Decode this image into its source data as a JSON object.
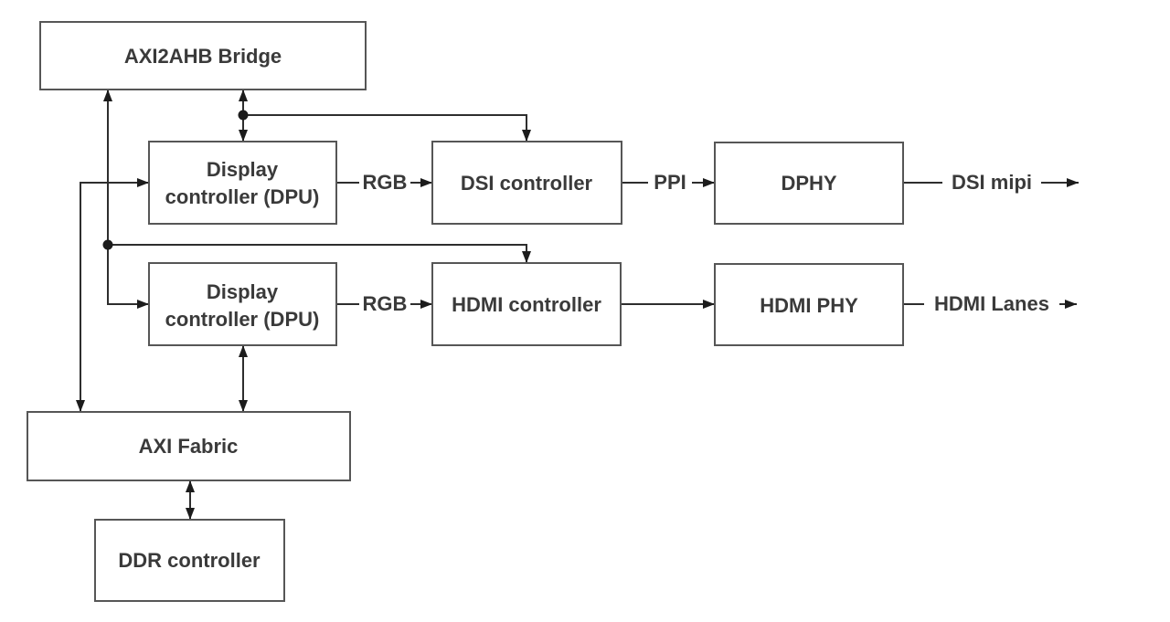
{
  "diagram": {
    "background": "#ffffff",
    "colors": {
      "connector_line": "#2e2e2e",
      "arrowhead": "#1c1c1c",
      "box_border": "#565656",
      "box_fill": "#ffffff",
      "label_text": "#3a3a3a"
    },
    "blocks": {
      "axi2ahb_bridge": {
        "label": "AXI2AHB Bridge"
      },
      "dpu_top": {
        "label_line1": "Display",
        "label_line2": "controller (DPU)"
      },
      "dsi_controller": {
        "label": "DSI controller"
      },
      "dphy": {
        "label": "DPHY"
      },
      "dpu_bottom": {
        "label_line1": "Display",
        "label_line2": "controller (DPU)"
      },
      "hdmi_controller": {
        "label": "HDMI controller"
      },
      "hdmi_phy": {
        "label": "HDMI PHY"
      },
      "axi_fabric": {
        "label": "AXI Fabric"
      },
      "ddr_controller": {
        "label": "DDR controller"
      }
    },
    "signal_labels": {
      "rgb_to_dsi": "RGB",
      "ppi": "PPI",
      "dsi_mipi": "DSI mipi",
      "rgb_to_hdmi": "RGB",
      "hdmi_lanes": "HDMI Lanes"
    }
  }
}
